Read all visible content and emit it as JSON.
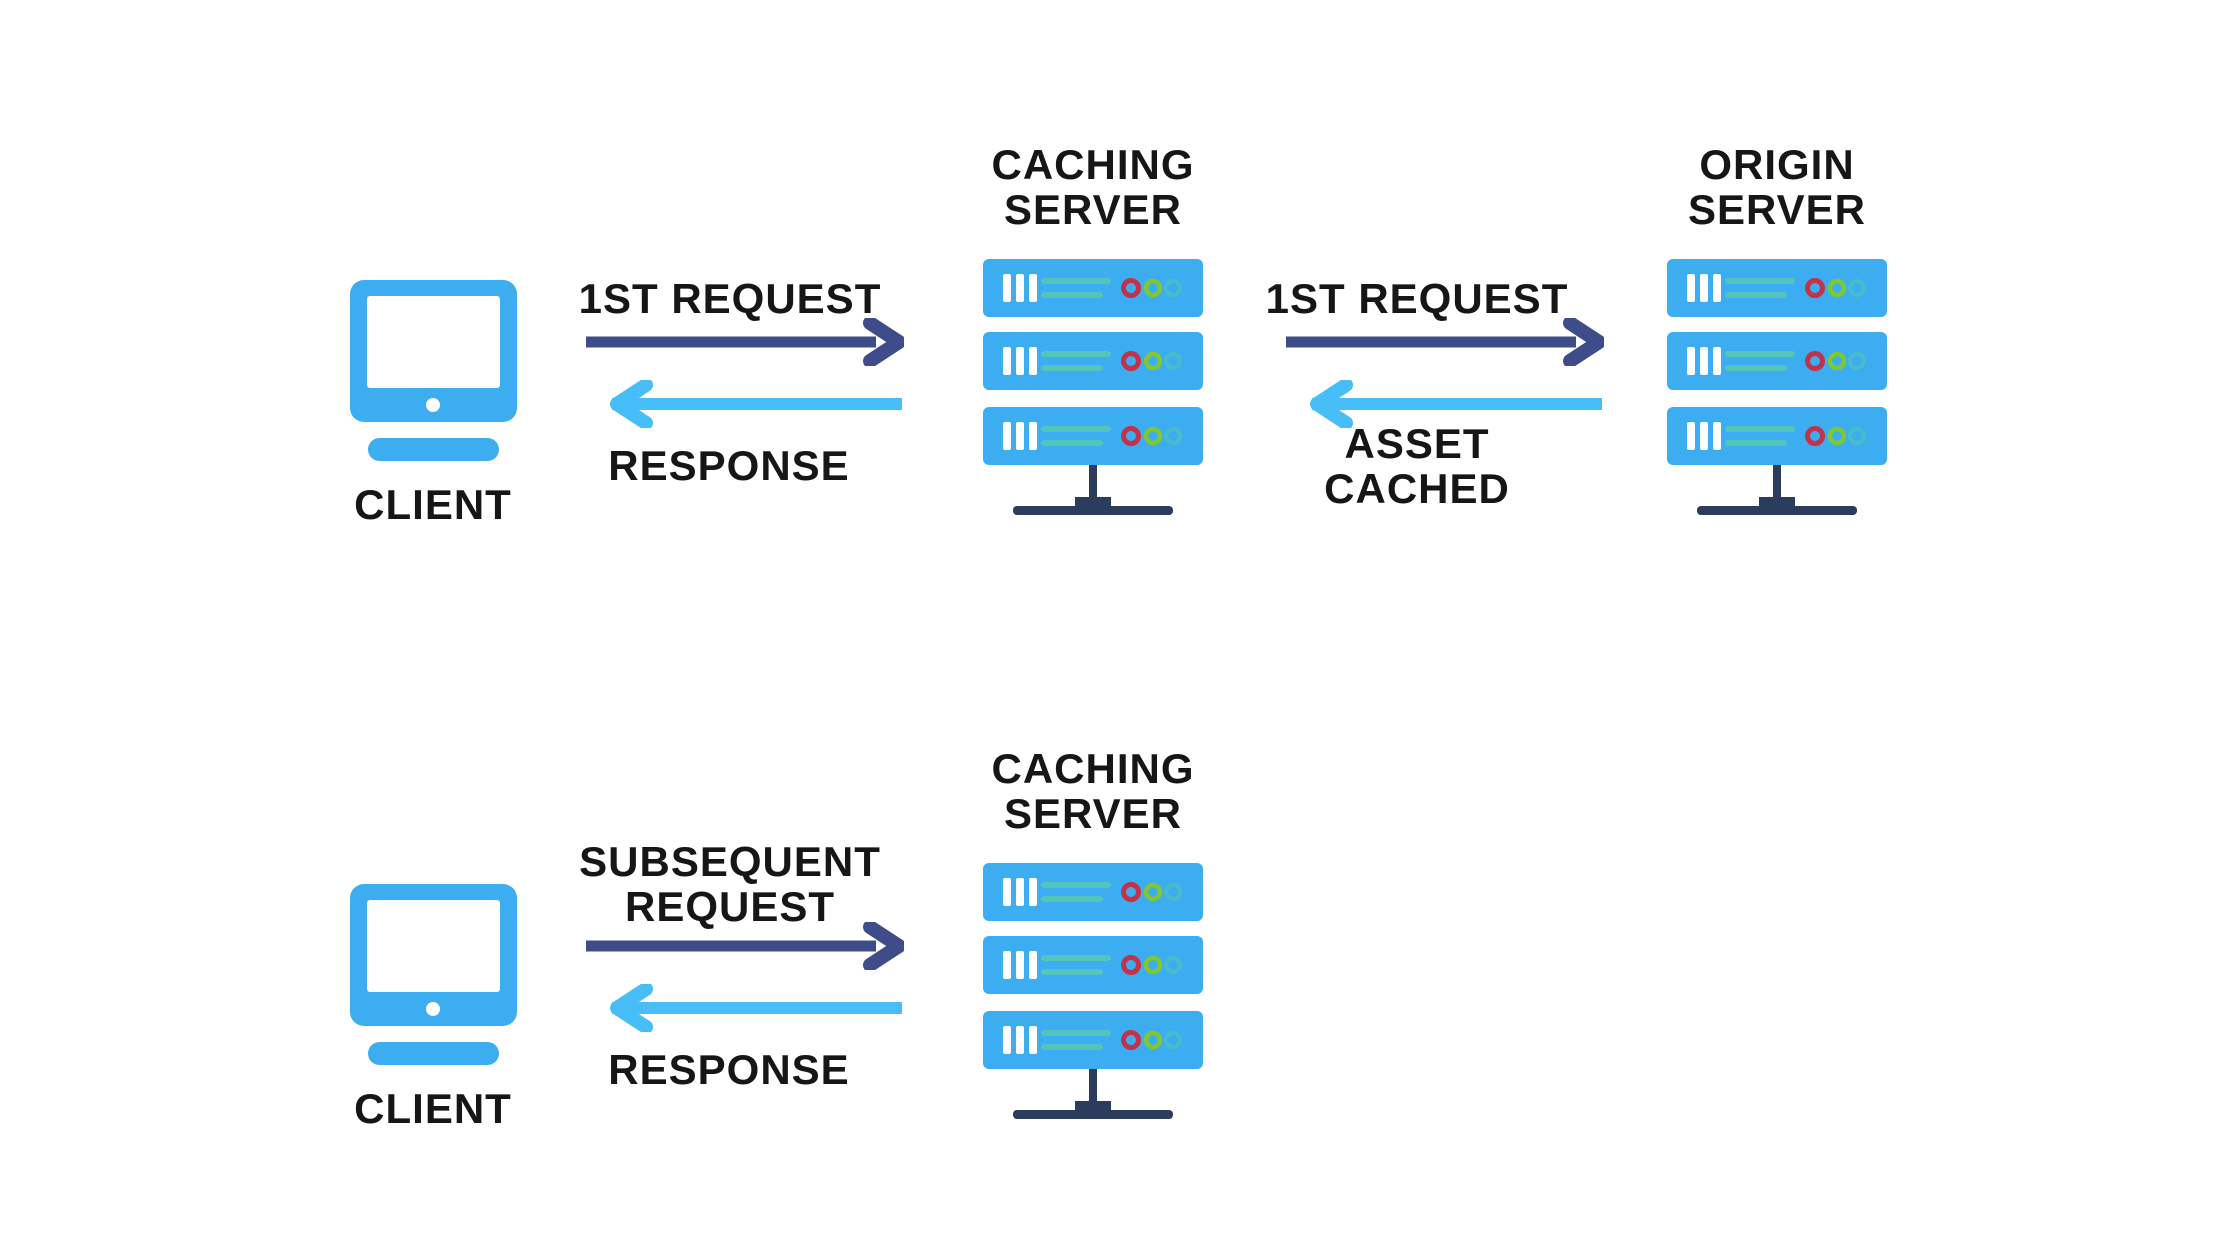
{
  "diagram": {
    "description": "CDN caching flow diagram with two scenarios",
    "colors": {
      "background": "#ffffff",
      "device_blue": "#3CADF1",
      "arrow_dark_navy": "#3E4C8A",
      "arrow_light_blue": "#47BEF8",
      "stand_navy": "#2B3C5C",
      "led_red": "#C23349",
      "led_green": "#7FC832",
      "led_teal": "#57C9A4",
      "server_line_teal": "#5BCDA7",
      "text": "#161616"
    },
    "row1": {
      "client_label": "CLIENT",
      "caching_server_title_line1": "CACHING",
      "caching_server_title_line2": "SERVER",
      "origin_server_title_line1": "ORIGIN",
      "origin_server_title_line2": "SERVER",
      "request1_label": "1ST REQUEST",
      "response1_label": "RESPONSE",
      "request2_label": "1ST REQUEST",
      "response2_label_line1": "ASSET",
      "response2_label_line2": "CACHED"
    },
    "row2": {
      "client_label": "CLIENT",
      "caching_server_title_line1": "CACHING",
      "caching_server_title_line2": "SERVER",
      "request_label_line1": "SUBSEQUENT",
      "request_label_line2": "REQUEST",
      "response_label": "RESPONSE"
    }
  }
}
